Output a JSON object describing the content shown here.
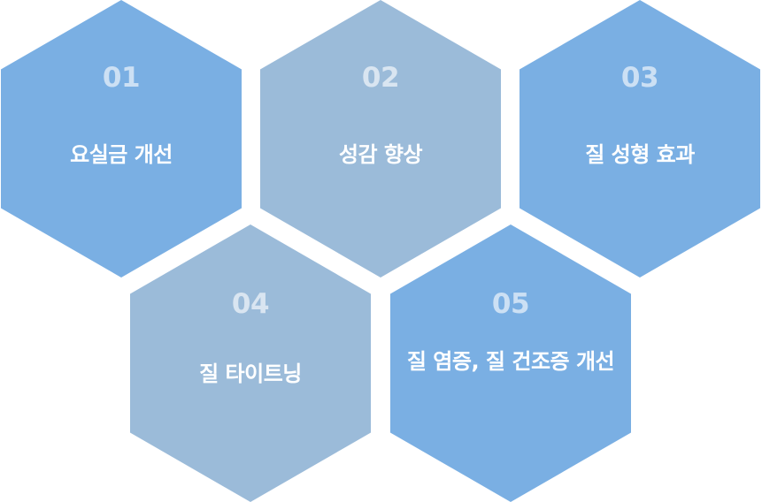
{
  "items": [
    {
      "number": "01",
      "label": "요실금 개선"
    },
    {
      "number": "02",
      "label": "성감 향상"
    },
    {
      "number": "03",
      "label": "질 성형 효과"
    },
    {
      "number": "04",
      "label": "질 타이트닝"
    },
    {
      "number": "05",
      "label": "질 염증, 질 건조증 개선"
    }
  ],
  "colors": {
    "blue": "#7aafe3",
    "grey_blue": "#9bbbd9"
  }
}
